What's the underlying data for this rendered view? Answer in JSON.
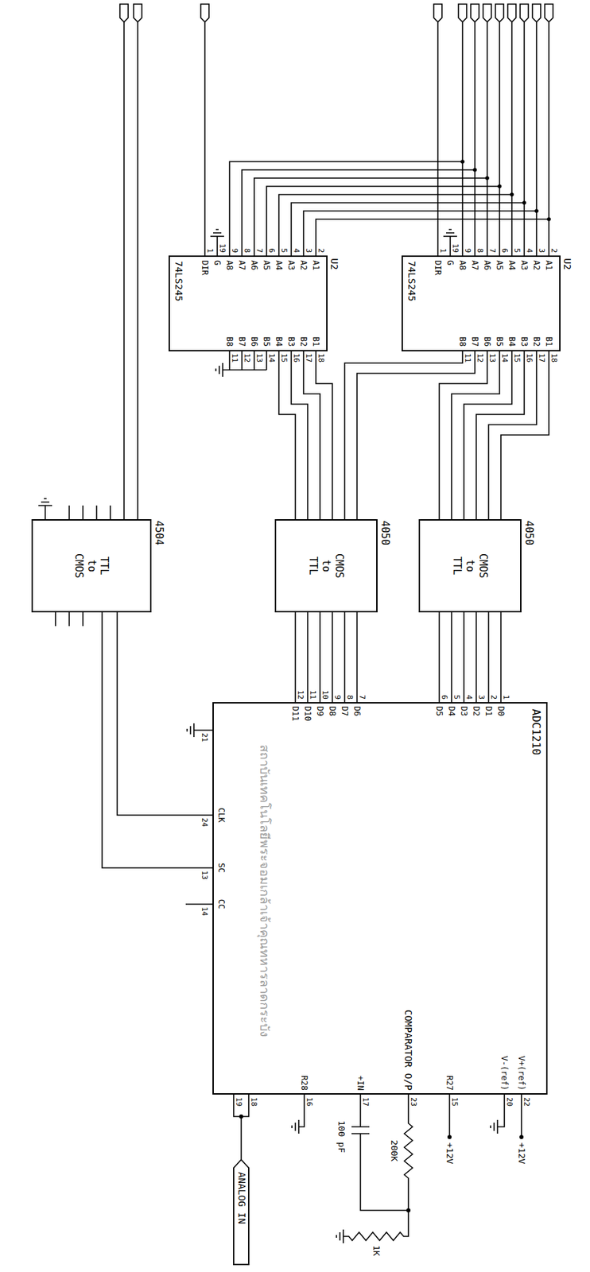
{
  "diagram": {
    "nodes": [
      {
        "text": [
          "U2",
          "74LS245"
        ]
      },
      {
        "text": [
          "U2",
          "74LS245"
        ]
      },
      {
        "text": [
          "4050",
          "CMOS to TTL"
        ]
      },
      {
        "text": [
          "4050",
          "CMOS to TTL"
        ]
      },
      {
        "text": [
          "4504",
          "TTL to CMOS"
        ]
      },
      {
        "text": [
          "ADC1210"
        ]
      },
      {
        "text": [
          "ANALOG IN"
        ]
      }
    ],
    "edges": [
      {
        "from": 0,
        "to": 2,
        "arrow": "none"
      },
      {
        "from": 0,
        "to": 2,
        "arrow": "none"
      },
      {
        "from": 0,
        "to": 2,
        "arrow": "none"
      },
      {
        "from": 0,
        "to": 2,
        "arrow": "none"
      },
      {
        "from": 0,
        "to": 2,
        "arrow": "none"
      },
      {
        "from": 0,
        "to": 2,
        "arrow": "none"
      },
      {
        "from": 0,
        "to": 3,
        "arrow": "none"
      },
      {
        "from": 0,
        "to": 3,
        "arrow": "none"
      },
      {
        "from": 1,
        "to": 3,
        "arrow": "none"
      },
      {
        "from": 1,
        "to": 3,
        "arrow": "none"
      },
      {
        "from": 1,
        "to": 3,
        "arrow": "none"
      },
      {
        "from": 1,
        "to": 3,
        "arrow": "none"
      },
      {
        "from": 2,
        "to": 5,
        "arrow": "none"
      },
      {
        "from": 2,
        "to": 5,
        "arrow": "none"
      },
      {
        "from": 2,
        "to": 5,
        "arrow": "none"
      },
      {
        "from": 2,
        "to": 5,
        "arrow": "none"
      },
      {
        "from": 2,
        "to": 5,
        "arrow": "none"
      },
      {
        "from": 2,
        "to": 5,
        "arrow": "none"
      },
      {
        "from": 3,
        "to": 5,
        "arrow": "none"
      },
      {
        "from": 3,
        "to": 5,
        "arrow": "none"
      },
      {
        "from": 3,
        "to": 5,
        "arrow": "none"
      },
      {
        "from": 3,
        "to": 5,
        "arrow": "none"
      },
      {
        "from": 3,
        "to": 5,
        "arrow": "none"
      },
      {
        "from": 3,
        "to": 5,
        "arrow": "none"
      },
      {
        "from": 4,
        "to": 5,
        "arrow": "none"
      },
      {
        "from": 4,
        "to": 5,
        "arrow": "none"
      },
      {
        "from": 5,
        "to": 6,
        "arrow": "none"
      }
    ],
    "labels": [
      "A1",
      "A2",
      "A3",
      "A4",
      "A5",
      "A6",
      "A7",
      "A8",
      "G",
      "DIR",
      "B1",
      "B2",
      "B3",
      "B4",
      "B5",
      "B6",
      "B7",
      "B8",
      "2",
      "3",
      "4",
      "5",
      "6",
      "7",
      "8",
      "9",
      "19",
      "1",
      "18",
      "17",
      "16",
      "15",
      "14",
      "13",
      "12",
      "11",
      "A1",
      "A2",
      "A3",
      "A4",
      "A5",
      "A6",
      "A7",
      "A8",
      "G",
      "DIR",
      "B1",
      "B2",
      "B3",
      "B4",
      "B5",
      "B6",
      "B7",
      "B8",
      "2",
      "3",
      "4",
      "5",
      "6",
      "7",
      "8",
      "9",
      "19",
      "1",
      "18",
      "17",
      "16",
      "15",
      "14",
      "13",
      "12",
      "11",
      "D0",
      "D1",
      "D2",
      "D3",
      "D4",
      "D5",
      "D6",
      "D7",
      "D8",
      "D9",
      "D10",
      "D11",
      "1",
      "2",
      "3",
      "4",
      "5",
      "6",
      "7",
      "8",
      "9",
      "10",
      "11",
      "12",
      "CLK",
      "SC",
      "CC",
      "24",
      "13",
      "14",
      "21",
      "V+(ref)",
      "V-(ref)",
      "R27",
      "COMPARATOR O/P",
      "+IN",
      "R28",
      "22",
      "20",
      "15",
      "23",
      "17",
      "16",
      "18",
      "19",
      "+12V",
      "+12V",
      "200K",
      "100 pF",
      "1K",
      "สถาบันเทคโนโลยีพระจอมเกล้าเจ้าคุณทหารลาดกระบัง"
    ]
  }
}
